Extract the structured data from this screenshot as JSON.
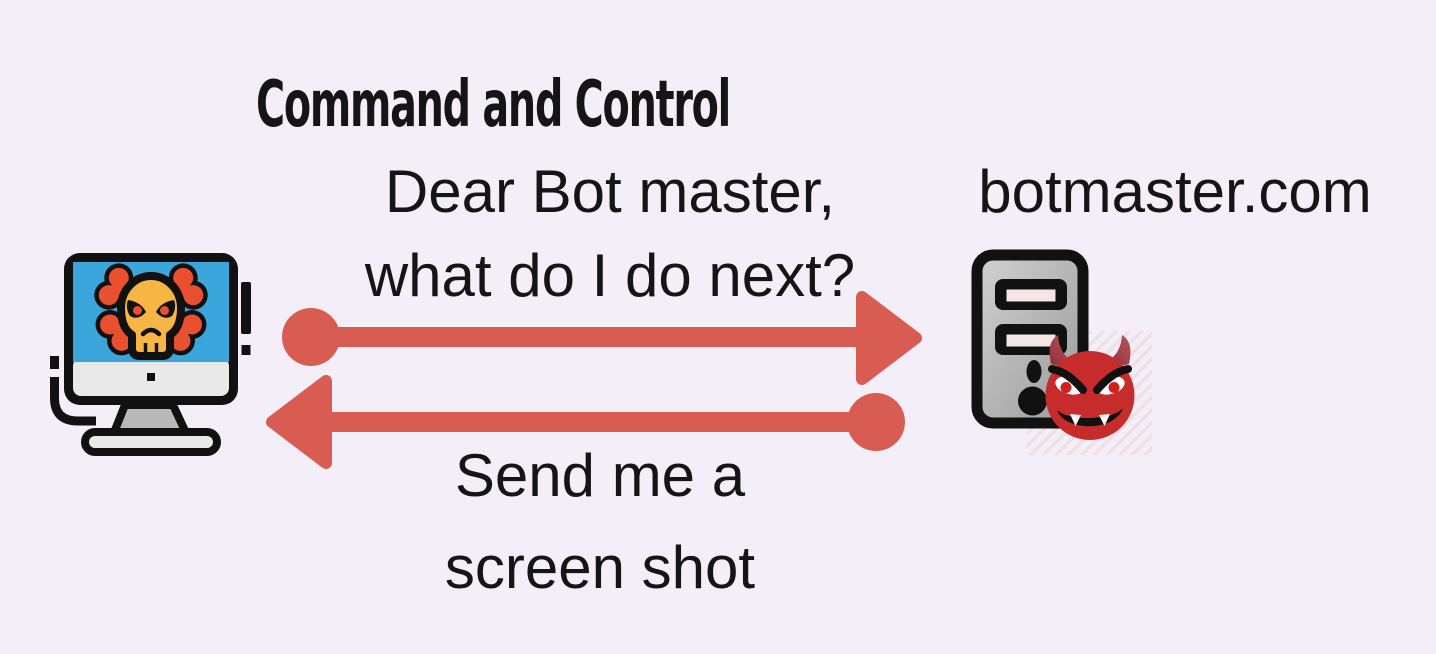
{
  "diagram": {
    "title": "Command and Control",
    "bot": {
      "name": "infected computer",
      "icon": "infected-computer-icon"
    },
    "server": {
      "label": "botmaster.com",
      "name": "command and control server",
      "icon": "server-tower-icon",
      "badge_icon": "devil-face-icon"
    },
    "messages": {
      "request": {
        "direction": "bot-to-server",
        "line1": "Dear Bot master,",
        "line2": "what do I do next?"
      },
      "response": {
        "direction": "server-to-bot",
        "line1": "Send me a",
        "line2": "screen shot"
      }
    }
  },
  "colors": {
    "background": "#f4eef9",
    "text": "#151515",
    "arrow": "#d85c51",
    "screen_blue": "#3ba6dc",
    "skull_orange": "#f6b545",
    "bone_red": "#e8502f",
    "devil_red": "#c72c2c",
    "tower_gray": "#b7b7b7"
  }
}
